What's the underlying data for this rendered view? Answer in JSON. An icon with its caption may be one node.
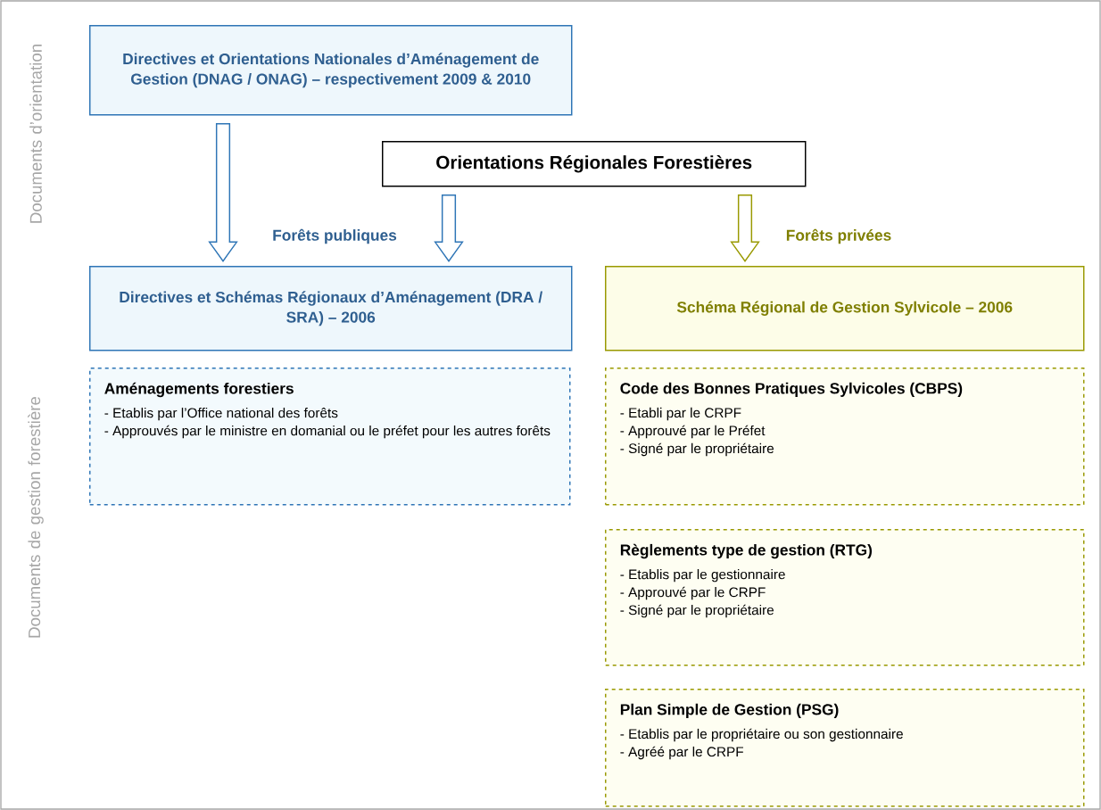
{
  "diagram": {
    "nodes": [
      {
        "text": [
          "Directives et Orientations Nationales d’Aménagement de Gestion (DNAG / ONAG) – respectivement 2009 & 2010"
        ]
      },
      {
        "text": [
          "Orientations Régionales Forestières"
        ]
      },
      {
        "text": [
          "Directives et Schémas Régionaux d’Aménagement (DRA / SRA) – 2006"
        ]
      },
      {
        "text": [
          "Schéma Régional de Gestion Sylvicole – 2006"
        ]
      },
      {
        "text": [
          "Aménagements forestiers",
          "- Etablis par l’Office national des forêts",
          "- Approuvés par le ministre en domanial ou le préfet pour les autres forêts"
        ]
      },
      {
        "text": [
          "Code des Bonnes Pratiques Sylvicoles (CBPS)",
          "- Etabli par le CRPF",
          "- Approuvé par le Préfet",
          "- Signé par le propriétaire"
        ]
      },
      {
        "text": [
          "Règlements type de gestion (RTG)",
          "- Etablis par le gestionnaire",
          "- Approuvé par le CRPF",
          "- Signé par le propriétaire"
        ]
      },
      {
        "text": [
          "Plan Simple de Gestion (PSG)",
          "- Etablis par le propriétaire ou son gestionnaire",
          "- Agréé par le CRPF"
        ]
      }
    ],
    "edges": [
      {
        "from": 0,
        "to": 2,
        "arrow": "to"
      },
      {
        "from": 1,
        "to": 2,
        "arrow": "to"
      },
      {
        "from": 1,
        "to": 3,
        "arrow": "to",
        "color": "#999900"
      }
    ],
    "labels": [
      "Documents d’orientation",
      "Forêts publiques",
      "Forêts privées",
      "Documents de gestion forestière"
    ]
  }
}
